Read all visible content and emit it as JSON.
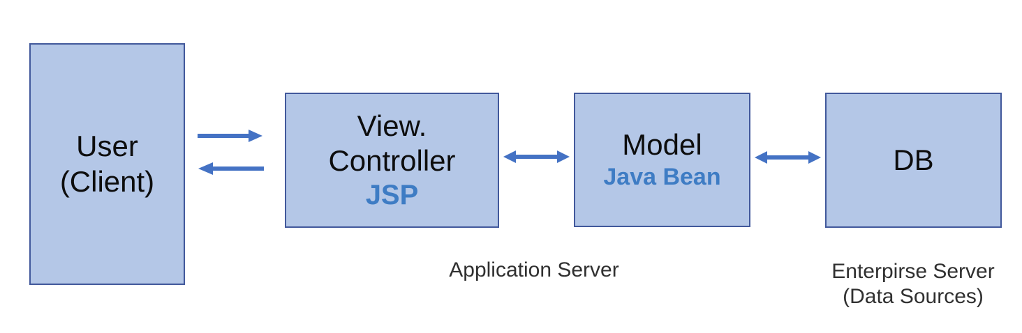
{
  "diagram": {
    "nodes": {
      "user": {
        "line1": "User",
        "line2": "(Client)"
      },
      "view_controller": {
        "line1": "View.",
        "line2": "Controller",
        "tech": "JSP"
      },
      "model": {
        "line1": "Model",
        "tech": "Java Bean"
      },
      "db": {
        "line1": "DB"
      }
    },
    "labels": {
      "application_server": "Application Server",
      "enterprise_server_line1": "Enterpirse Server",
      "enterprise_server_line2": "(Data Sources)"
    },
    "connectors": {
      "user_to_view": "right-arrow",
      "view_to_user": "left-arrow",
      "view_model": "double-arrow",
      "model_db": "double-arrow"
    },
    "colors": {
      "box_fill": "#b4c7e7",
      "box_border": "#41589b",
      "arrow": "#4472c4",
      "tech_text": "#3e7cc4",
      "label_text": "#303030",
      "box_text": "#0d0d0d"
    }
  }
}
